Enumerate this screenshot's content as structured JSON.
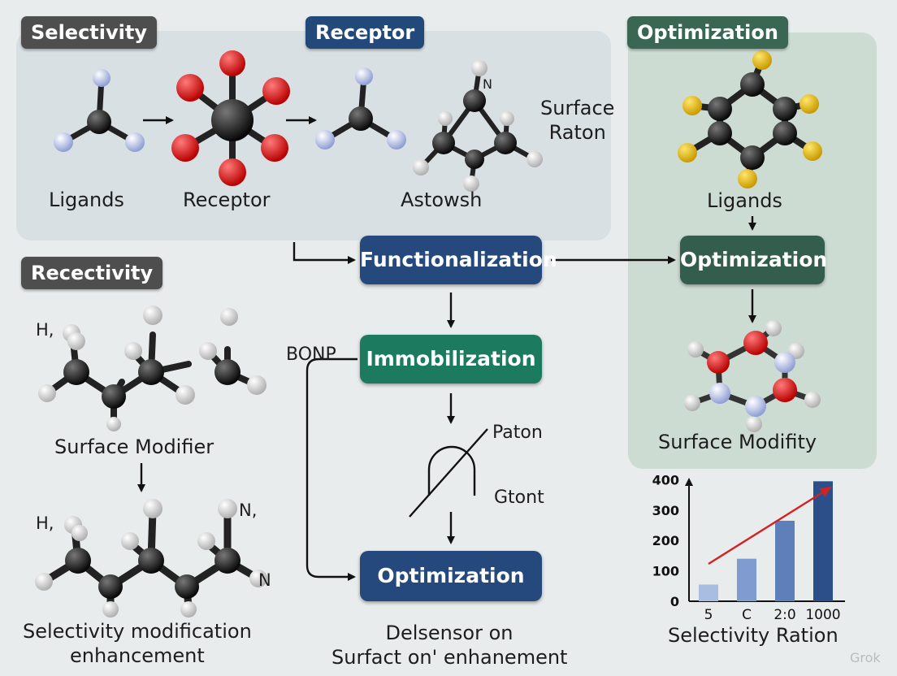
{
  "colors": {
    "background": "#e9ecec",
    "panel_blue": "#d8e0e4",
    "panel_green": "#cddcd3",
    "tag_gray": "#4e4e4e",
    "tag_blue": "#23497a",
    "tag_green": "#3a6654",
    "box_blue": "#25497d",
    "box_green": "#1c7a5e",
    "box_darkgreen": "#335e4e",
    "bar": "#5a79b3",
    "trend": "#d42222"
  },
  "tags": {
    "selectivity": "Selectivity",
    "receptor": "Receptor",
    "optimization": "Optimization",
    "recectivity": "Recectivity"
  },
  "labels": {
    "ligands_left": "Ligands",
    "receptor": "Receptor",
    "astowsh": "Astowsh",
    "surface_raton": "Surface\nRaton",
    "ligands_right": "Ligands",
    "surface_modifity": "Surface Modifity",
    "surface_modifier": "Surface Modifier",
    "selectivity_enhancement": "Selectivity modification\nenhancement",
    "bonp": "BONP",
    "paton": "Paton",
    "gtont": "Gtont",
    "delsensor": "Delsensor on\nSurfact on' enhanement",
    "atom_n_top": "N",
    "atom_h1": "H,",
    "atom_h2": "H,",
    "atom_n1": "N,",
    "atom_n2": "N"
  },
  "process_boxes": {
    "functionalization": "Functionalization",
    "immobilization": "Immobilization",
    "optimization_center": "Optimization",
    "optimization_right": "Optimization"
  },
  "chart_data": {
    "type": "bar",
    "categories": [
      "5",
      "C",
      "2:0",
      "1000"
    ],
    "values": [
      55,
      140,
      265,
      395
    ],
    "xlabel": "Selectivity Ration",
    "ylabel": "",
    "ylim": [
      0,
      420
    ],
    "yticks": [
      0,
      100,
      200,
      300,
      400
    ],
    "grid": false,
    "trend_arrow": true,
    "bar_colors": [
      "#a9bde0",
      "#7f9bd0",
      "#5f7fbb",
      "#2c4f8a"
    ]
  },
  "watermark": "Grok"
}
